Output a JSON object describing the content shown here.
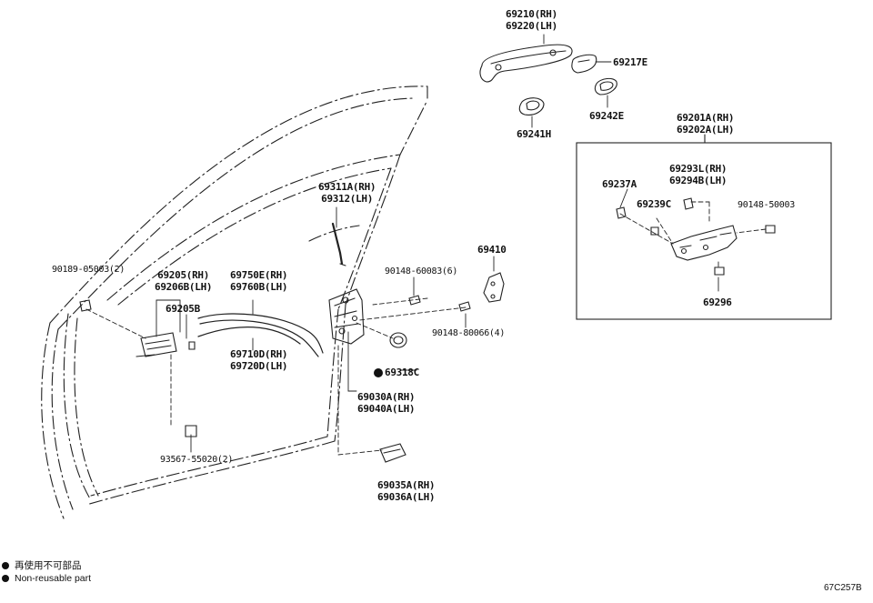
{
  "labels": {
    "handle_a": "69210(RH)",
    "handle_b": "69220(LH)",
    "p69217e": "69217E",
    "p69242e": "69242E",
    "p69241h": "69241H",
    "box_title_a": "69201A(RH)",
    "box_title_b": "69202A(LH)",
    "p69293l": "69293L(RH)",
    "p69294b": "69294B(LH)",
    "p69237a": "69237A",
    "p69239c": "69239C",
    "p90148_50003": "90148-50003",
    "p69296": "69296",
    "p69311a": "69311A(RH)",
    "p69312": "69312(LH)",
    "p69410": "69410",
    "p90148_60083": "90148-60083(6)",
    "p90148_80066": "90148-80066(4)",
    "p90189": "90189-05003(2)",
    "p69205": "69205(RH)",
    "p69206b": "69206B(LH)",
    "p69750e": "69750E(RH)",
    "p69760b": "69760B(LH)",
    "p69205b": "69205B",
    "p69710d": "69710D(RH)",
    "p69720d": "69720D(LH)",
    "p69318c": "69318C",
    "p69030a": "69030A(RH)",
    "p69040a": "69040A(LH)",
    "p93567": "93567-55020(2)",
    "p69035a": "69035A(RH)",
    "p69036a": "69036A(LH)"
  },
  "legend": {
    "line_cn": "再使用不可部品",
    "line_en": "Non-reusable part"
  },
  "figure_code": "67C257B"
}
